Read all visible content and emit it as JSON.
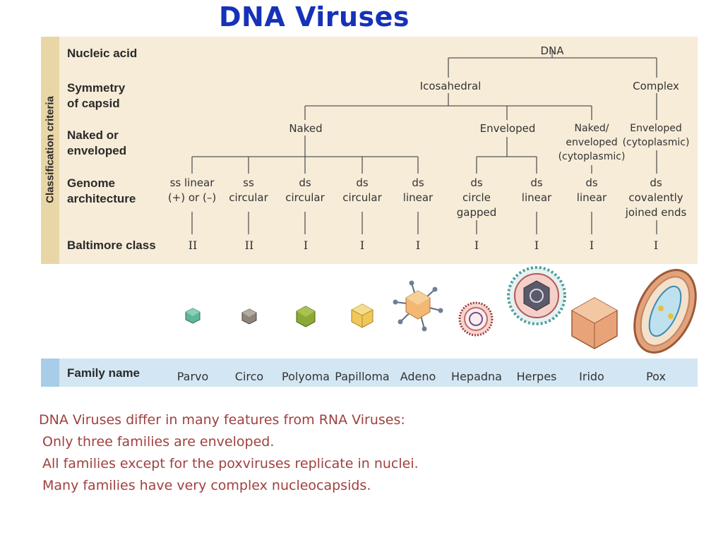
{
  "title": "DNA Viruses",
  "side_label": "Classification criteria",
  "criteria": {
    "nucleic_acid": "Nucleic acid",
    "symmetry_1": "Symmetry",
    "symmetry_2": "of capsid",
    "naked_1": "Naked or",
    "naked_2": "enveloped",
    "genome_1": "Genome",
    "genome_2": "architecture",
    "baltimore": "Baltimore class"
  },
  "tree": {
    "dna": "DNA",
    "icosahedral": "Icosahedral",
    "complex": "Complex",
    "naked": "Naked",
    "enveloped": "Enveloped",
    "naked_env_1": "Naked/",
    "naked_env_2": "enveloped",
    "naked_env_3": "(cytoplasmic)",
    "env_cyto_1": "Enveloped",
    "env_cyto_2": "(cytoplasmic)"
  },
  "families": [
    {
      "name": "Parvo",
      "genome": [
        "ss linear",
        "(+) or (–)"
      ],
      "baltimore": "II"
    },
    {
      "name": "Circo",
      "genome": [
        "ss",
        "circular"
      ],
      "baltimore": "II"
    },
    {
      "name": "Polyoma",
      "genome": [
        "ds",
        "circular"
      ],
      "baltimore": "I"
    },
    {
      "name": "Papilloma",
      "genome": [
        "ds",
        "circular"
      ],
      "baltimore": "I"
    },
    {
      "name": "Adeno",
      "genome": [
        "ds",
        "linear"
      ],
      "baltimore": "I"
    },
    {
      "name": "Hepadna",
      "genome": [
        "ds",
        "circle",
        "gapped"
      ],
      "baltimore": "I"
    },
    {
      "name": "Herpes",
      "genome": [
        "ds",
        "linear"
      ],
      "baltimore": "I"
    },
    {
      "name": "Irido",
      "genome": [
        "ds",
        "linear"
      ],
      "baltimore": "I"
    },
    {
      "name": "Pox",
      "genome": [
        "ds",
        "covalently",
        "joined ends"
      ],
      "baltimore": "I"
    }
  ],
  "family_header": "Family name",
  "notes": [
    "DNA Viruses differ in many features from RNA Viruses:",
    "Only three families are enveloped.",
    "All families except for the poxviruses replicate in nuclei.",
    "Many families have very complex nucleocapsids."
  ],
  "colors": {
    "title": "#1632b8",
    "panel": "#f6ecd8",
    "panel_strip": "#e9d6a7",
    "family_bar": "#d3e6f3",
    "family_strip": "#a8cde8",
    "notes": "#a0403f"
  }
}
